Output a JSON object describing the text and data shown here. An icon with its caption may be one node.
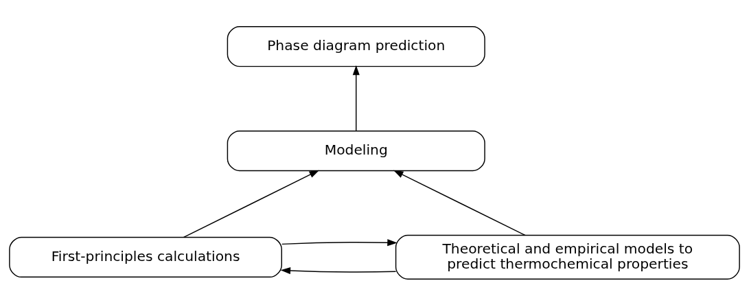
{
  "diagram": {
    "nodes": [
      {
        "text": [
          "Phase diagram prediction"
        ]
      },
      {
        "text": [
          "Modeling"
        ]
      },
      {
        "text": [
          "First-principles calculations"
        ]
      },
      {
        "text": [
          "Theoretical and empirical models to predict thermochemical properties"
        ]
      }
    ],
    "edges": [
      {
        "from": 1,
        "to": 0,
        "arrow": "to"
      },
      {
        "from": 2,
        "to": 1,
        "arrow": "to"
      },
      {
        "from": 3,
        "to": 1,
        "arrow": "to"
      },
      {
        "from": 2,
        "to": 3,
        "arrow": "to"
      },
      {
        "from": 3,
        "to": 2,
        "arrow": "to"
      }
    ]
  }
}
